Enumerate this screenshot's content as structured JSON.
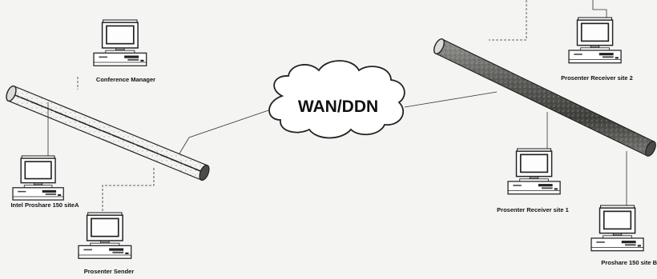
{
  "diagram": {
    "cloud": {
      "label": "WAN/DDN"
    },
    "nodes": {
      "conference_manager": {
        "label": "Conference Manager"
      },
      "intel_proshare_a": {
        "label": "Intel Proshare 150 siteA"
      },
      "presenter_sender": {
        "label": "Prosenter Sender"
      },
      "presenter_receiver_2": {
        "label": "Prosenter Receiver site 2"
      },
      "presenter_receiver_1": {
        "label": "Prosenter Receiver site 1"
      },
      "proshare_150_b": {
        "label": "Proshare 150 site B"
      }
    }
  }
}
